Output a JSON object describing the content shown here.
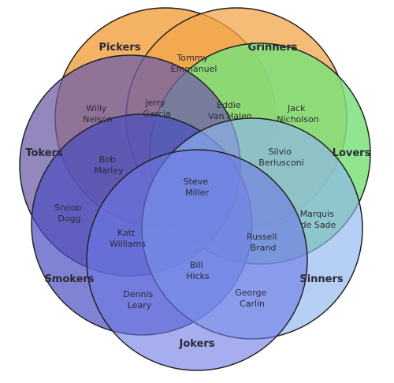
{
  "sets": {
    "pickers": {
      "label": "Pickers",
      "color": "#f2a54a"
    },
    "grinners": {
      "label": "Grinners",
      "color": "#f2a54a"
    },
    "lovers": {
      "label": "Lovers",
      "color": "#7ce07a"
    },
    "tokers": {
      "label": "Tokers",
      "color": "#6f5fa8"
    },
    "smokers": {
      "label": "Smokers",
      "color": "#4a4fc0"
    },
    "sinners": {
      "label": "Sinners",
      "color": "#8fb5f0"
    },
    "jokers": {
      "label": "Jokers",
      "color": "#6c78e6"
    }
  },
  "people": {
    "tommy_emmanuel": [
      "Tommy",
      "Emmanuel"
    ],
    "willy_nelson": [
      "Willy",
      "Nelson"
    ],
    "jerry_garcia": [
      "Jerry",
      "Garcia"
    ],
    "eddie_van_halen": [
      "Eddie",
      "Van Halen"
    ],
    "jack_nicholson": [
      "Jack",
      "Nicholson"
    ],
    "bob_marley": [
      "Bob",
      "Marley"
    ],
    "silvio_berlusconi": [
      "Silvio",
      "Berlusconi"
    ],
    "steve_miller": [
      "Steve",
      "Miller"
    ],
    "snoop_dogg": [
      "Snoop",
      "Dogg"
    ],
    "marquis_de_sade": [
      "Marquis",
      "de Sade"
    ],
    "katt_williams": [
      "Katt",
      "Williams"
    ],
    "russell_brand": [
      "Russell",
      "Brand"
    ],
    "bill_hicks": [
      "Bill",
      "Hicks"
    ],
    "dennis_leary": [
      "Dennis",
      "Leary"
    ],
    "george_carlin": [
      "George",
      "Carlin"
    ]
  }
}
